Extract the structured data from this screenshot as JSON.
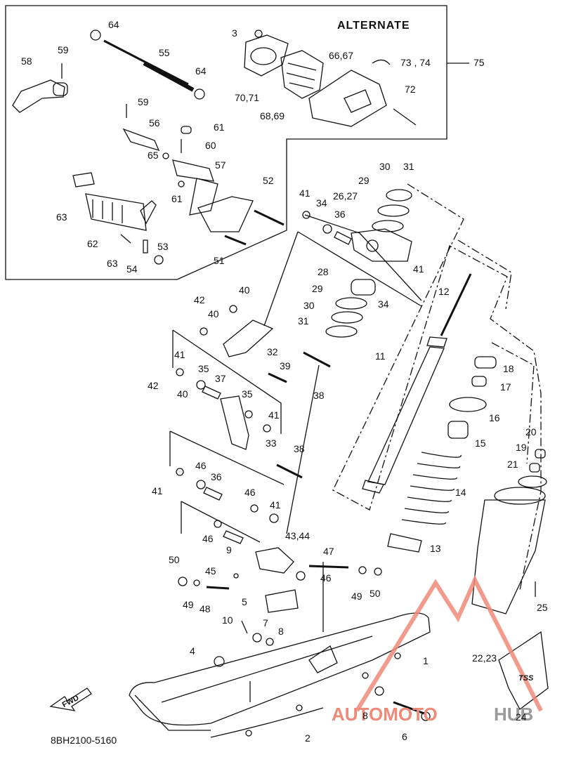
{
  "diagram": {
    "alternate_title": "ALTERNATE",
    "drawing_code": "8BH2100-5160",
    "fwd_label": "FWD",
    "tss_label": "TSS",
    "watermark": {
      "left_text": "AUTOMOTO",
      "right_text": "HUB",
      "left_color": "#f08a78",
      "right_color": "#9a9a9a"
    },
    "callouts": [
      {
        "id": "c64a",
        "text": "64"
      },
      {
        "id": "c59a",
        "text": "59"
      },
      {
        "id": "c58",
        "text": "58"
      },
      {
        "id": "c55",
        "text": "55"
      },
      {
        "id": "c64b",
        "text": "64"
      },
      {
        "id": "c3",
        "text": "3"
      },
      {
        "id": "c6667",
        "text": "66,67"
      },
      {
        "id": "c7374",
        "text": "73 , 74"
      },
      {
        "id": "c75",
        "text": "75"
      },
      {
        "id": "c7071",
        "text": "70,71"
      },
      {
        "id": "c72",
        "text": "72"
      },
      {
        "id": "c6869",
        "text": "68,69"
      },
      {
        "id": "c59b",
        "text": "59"
      },
      {
        "id": "c56",
        "text": "56"
      },
      {
        "id": "c61a",
        "text": "61"
      },
      {
        "id": "c60",
        "text": "60"
      },
      {
        "id": "c65",
        "text": "65"
      },
      {
        "id": "c57",
        "text": "57"
      },
      {
        "id": "c61b",
        "text": "61"
      },
      {
        "id": "c63a",
        "text": "63"
      },
      {
        "id": "c62",
        "text": "62"
      },
      {
        "id": "c53",
        "text": "53"
      },
      {
        "id": "c63b",
        "text": "63"
      },
      {
        "id": "c54",
        "text": "54"
      },
      {
        "id": "c52",
        "text": "52"
      },
      {
        "id": "c51",
        "text": "51"
      },
      {
        "id": "c30a",
        "text": "30"
      },
      {
        "id": "c31a",
        "text": "31"
      },
      {
        "id": "c29a",
        "text": "29"
      },
      {
        "id": "c41a",
        "text": "41"
      },
      {
        "id": "c34a",
        "text": "34"
      },
      {
        "id": "c36a",
        "text": "36"
      },
      {
        "id": "c2627",
        "text": "26,27"
      },
      {
        "id": "c41b",
        "text": "41"
      },
      {
        "id": "c28",
        "text": "28"
      },
      {
        "id": "c34b",
        "text": "34"
      },
      {
        "id": "c12",
        "text": "12"
      },
      {
        "id": "c29b",
        "text": "29"
      },
      {
        "id": "c30b",
        "text": "30"
      },
      {
        "id": "c31b",
        "text": "31"
      },
      {
        "id": "c42a",
        "text": "42"
      },
      {
        "id": "c40a",
        "text": "40"
      },
      {
        "id": "c40b",
        "text": "40"
      },
      {
        "id": "c32",
        "text": "32"
      },
      {
        "id": "c11",
        "text": "11"
      },
      {
        "id": "c41c",
        "text": "41"
      },
      {
        "id": "c39",
        "text": "39"
      },
      {
        "id": "c35a",
        "text": "35"
      },
      {
        "id": "c37",
        "text": "37"
      },
      {
        "id": "c38a",
        "text": "38"
      },
      {
        "id": "c18",
        "text": "18"
      },
      {
        "id": "c17",
        "text": "17"
      },
      {
        "id": "c42b",
        "text": "42"
      },
      {
        "id": "c40c",
        "text": "40"
      },
      {
        "id": "c35b",
        "text": "35"
      },
      {
        "id": "c41d",
        "text": "41"
      },
      {
        "id": "c16",
        "text": "16"
      },
      {
        "id": "c33",
        "text": "33"
      },
      {
        "id": "c15",
        "text": "15"
      },
      {
        "id": "c20",
        "text": "20"
      },
      {
        "id": "c38b",
        "text": "38"
      },
      {
        "id": "c19",
        "text": "19"
      },
      {
        "id": "c21",
        "text": "21"
      },
      {
        "id": "c46a",
        "text": "46"
      },
      {
        "id": "c36b",
        "text": "36"
      },
      {
        "id": "c41e",
        "text": "41"
      },
      {
        "id": "c14",
        "text": "14"
      },
      {
        "id": "c46b",
        "text": "46"
      },
      {
        "id": "c41f",
        "text": "41"
      },
      {
        "id": "c46c",
        "text": "46"
      },
      {
        "id": "c9",
        "text": "9"
      },
      {
        "id": "c4344",
        "text": "43,44"
      },
      {
        "id": "c13",
        "text": "13"
      },
      {
        "id": "c47",
        "text": "47"
      },
      {
        "id": "c50a",
        "text": "50"
      },
      {
        "id": "c45",
        "text": "45"
      },
      {
        "id": "c46d",
        "text": "46"
      },
      {
        "id": "c49a",
        "text": "49"
      },
      {
        "id": "c48",
        "text": "48"
      },
      {
        "id": "c49b",
        "text": "49"
      },
      {
        "id": "c50b",
        "text": "50"
      },
      {
        "id": "c25",
        "text": "25"
      },
      {
        "id": "c5",
        "text": "5"
      },
      {
        "id": "c10",
        "text": "10"
      },
      {
        "id": "c7",
        "text": "7"
      },
      {
        "id": "c8a",
        "text": "8"
      },
      {
        "id": "c1",
        "text": "1"
      },
      {
        "id": "c2223",
        "text": "22,23"
      },
      {
        "id": "c4",
        "text": "4"
      },
      {
        "id": "c8b",
        "text": "8"
      },
      {
        "id": "c24",
        "text": "24"
      },
      {
        "id": "c6",
        "text": "6"
      },
      {
        "id": "c2",
        "text": "2"
      }
    ]
  }
}
